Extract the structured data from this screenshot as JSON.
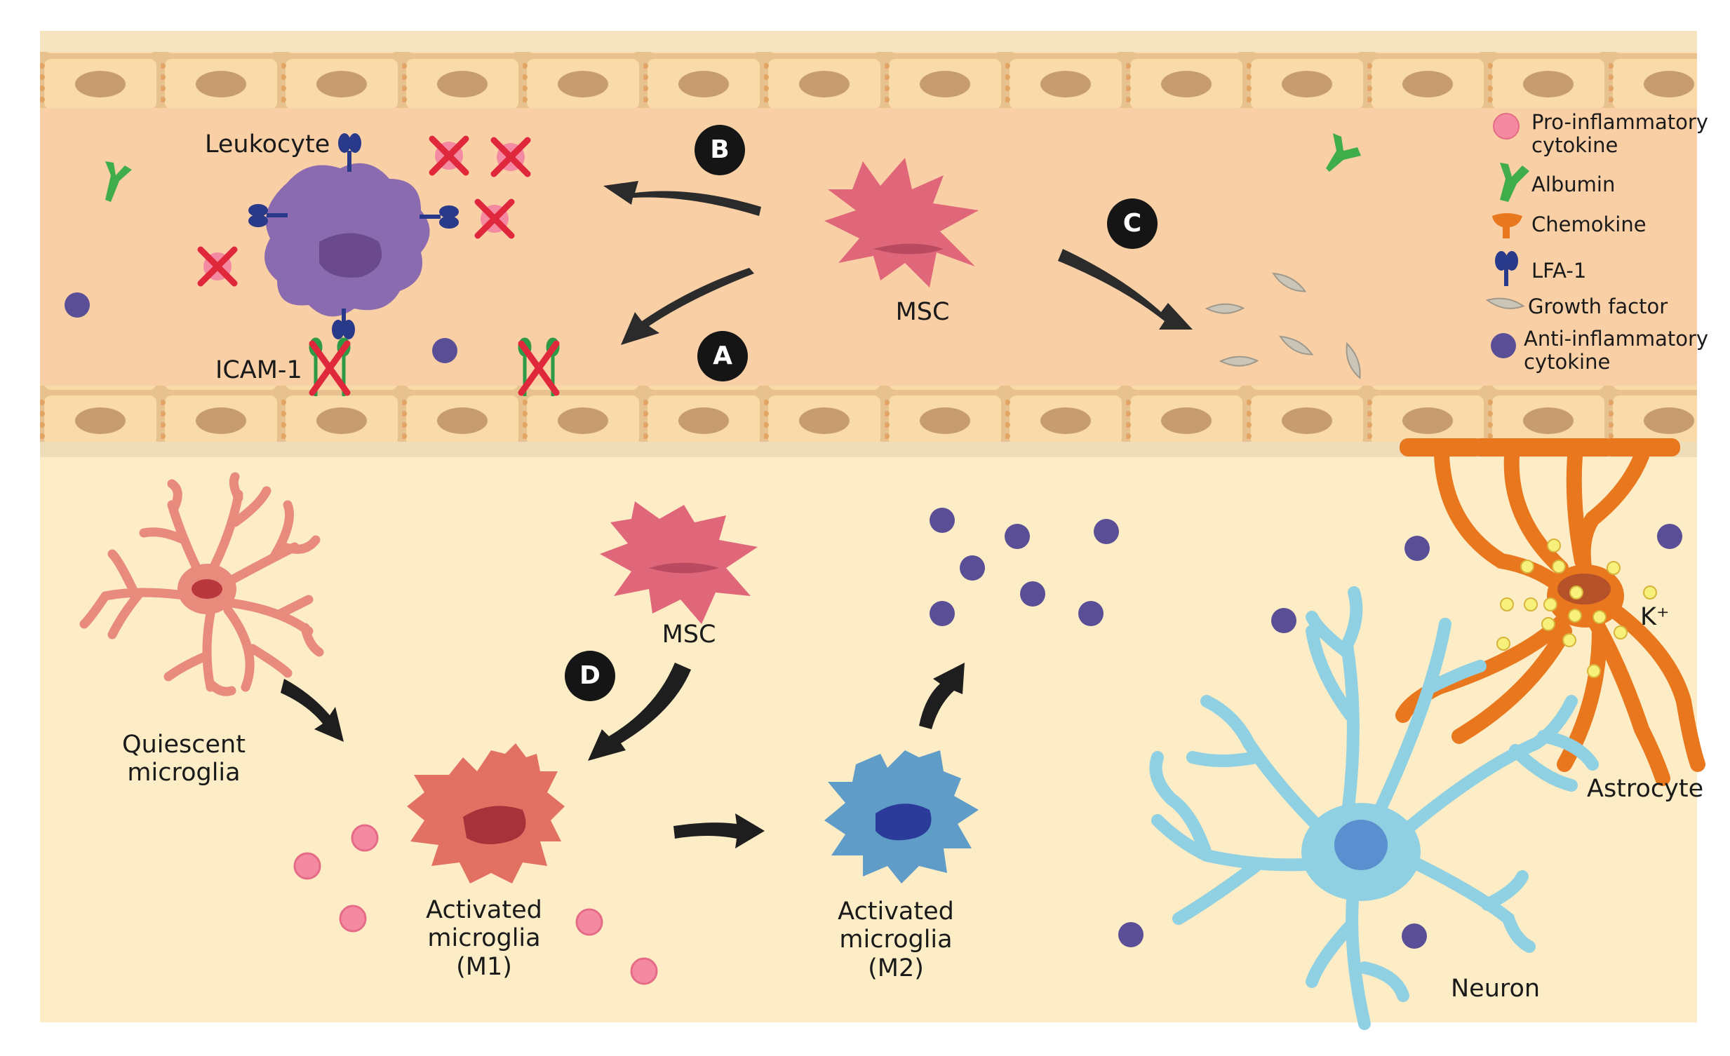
{
  "labels": {
    "leukocyte": "Leukocyte",
    "icam": "ICAM-1",
    "msc_vessel": "MSC",
    "msc_brain": "MSC",
    "quiescent": "Quiescent\nmicroglia",
    "m1": "Activated\nmicroglia\n(M1)",
    "m2": "Activated\nmicroglia\n(M2)",
    "astrocyte": "Astrocyte",
    "neuron": "Neuron",
    "k_ion": "K⁺"
  },
  "steps": {
    "a": "A",
    "b": "B",
    "c": "C",
    "d": "D"
  },
  "legend": [
    {
      "icon": "pro-inflammatory-cytokine-icon",
      "label": "Pro-inflammatory\ncytokine"
    },
    {
      "icon": "albumin-icon",
      "label": "Albumin"
    },
    {
      "icon": "chemokine-icon",
      "label": "Chemokine"
    },
    {
      "icon": "lfa-1-icon",
      "label": "LFA-1"
    },
    {
      "icon": "growth-factor-icon",
      "label": "Growth factor"
    },
    {
      "icon": "anti-inflammatory-cytokine-icon",
      "label": "Anti-inflammatory\ncytokine"
    }
  ],
  "colors": {
    "vessel_lumen": "#f9d0a8",
    "endothelium": "#f7d8a6",
    "nucleus": "#c99a6b",
    "brain_bg": "#fdeec7",
    "msc": "#e0677a",
    "leukocyte": "#8b6bb0",
    "pro_cytokine": "#f48aa2",
    "anti_cytokine": "#5a4f97",
    "albumin": "#3fae4a",
    "lfa1": "#2a3a8a",
    "growth_factor": "#c9c4b8",
    "quiescent_microglia": "#e88a7c",
    "m1": "#e27063",
    "m2": "#5f9cc8",
    "astrocyte": "#e8771e",
    "neuron": "#8fd0e2",
    "x_mark": "#e0283c",
    "icam": "#2e9a45",
    "k_ion": "#f7f07a"
  }
}
